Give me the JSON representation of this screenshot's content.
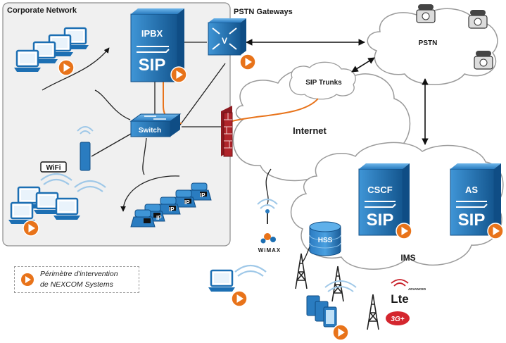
{
  "labels": {
    "corporate_network": "Corporate Network",
    "pstn_gateways": "PSTN Gateways",
    "pstn": "PSTN",
    "sip_trunks": "SIP Trunks",
    "internet": "Internet",
    "ims": "IMS",
    "ipbx": "IPBX",
    "cscf": "CSCF",
    "as": "AS",
    "switch": "Switch",
    "hss": "HSS",
    "wimax": "WiMAX",
    "wifi": "WiFi",
    "lte": "Lte",
    "lte_sub": "ADVANCED",
    "g3": "3G+",
    "sip_mark": "SIP",
    "ip_mark": "IP",
    "gateway_mark": "V"
  },
  "legend": {
    "line1": "Périmètre d'intervention",
    "line2": "de NEXCOM Systems"
  },
  "colors": {
    "server_blue": "#1c6fb3",
    "accent_orange": "#e8731a",
    "firewall_red": "#b0242a",
    "cloud_stroke": "#9a9a9a",
    "corporate_bg": "#f0f0f0"
  }
}
